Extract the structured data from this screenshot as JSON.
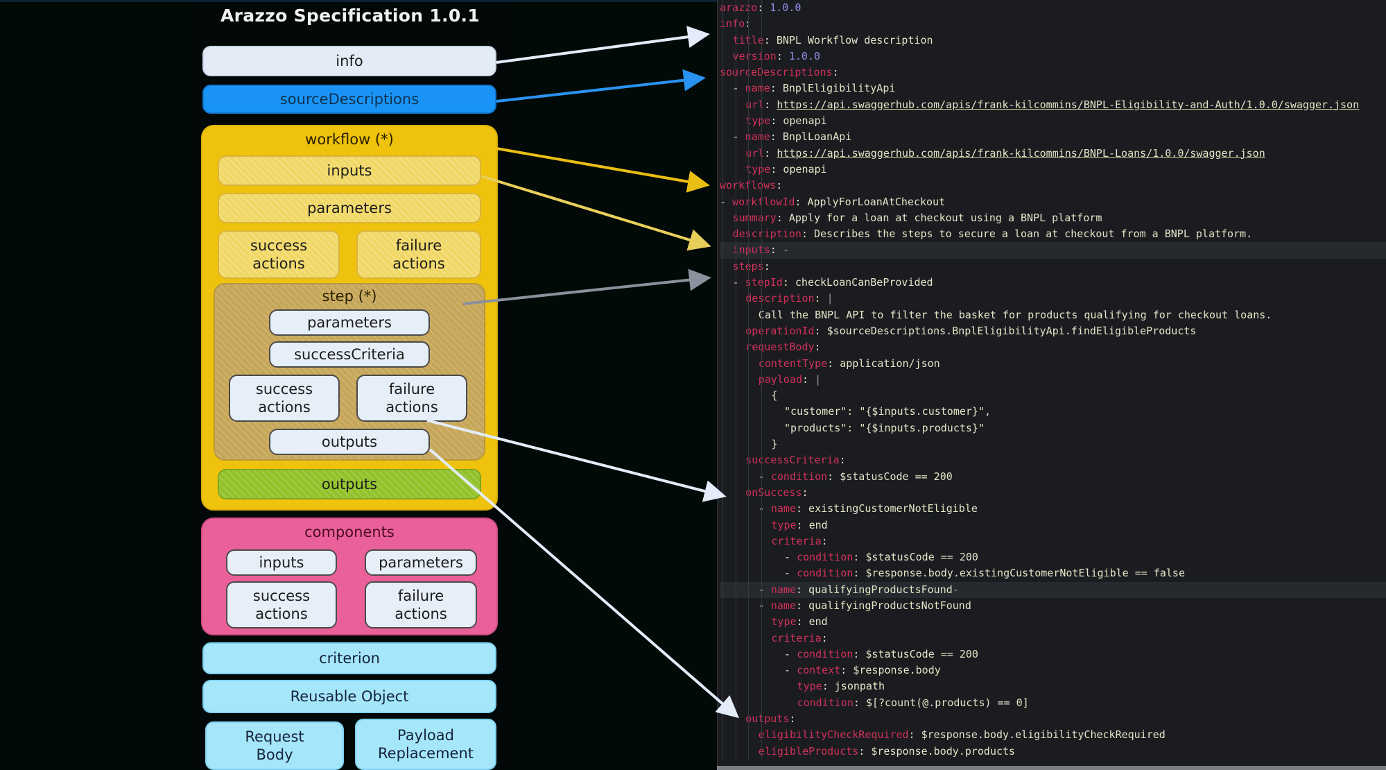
{
  "diagram": {
    "title": "Arazzo Specification 1.0.1",
    "info": "info",
    "sourceDescriptions": "sourceDescriptions",
    "workflow": {
      "title": "workflow (*)",
      "inputs": "inputs",
      "parameters": "parameters",
      "success_actions": "success actions",
      "failure_actions": "failure actions",
      "step": {
        "title": "step (*)",
        "parameters": "parameters",
        "successCriteria": "successCriteria",
        "success_actions": "success actions",
        "failure_actions": "failure actions",
        "outputs": "outputs"
      },
      "outputs": "outputs"
    },
    "components": {
      "title": "components",
      "inputs": "inputs",
      "parameters": "parameters",
      "success_actions": "success actions",
      "failure_actions": "failure actions"
    },
    "criterion": "criterion",
    "reusable_object": "Reusable Object",
    "request_body": "Request Body",
    "payload_replacement": "Payload Replacement"
  },
  "colors": {
    "info": "#e3ecf6",
    "sourceDescriptions": "#1994f6",
    "workflow": "#eec20d",
    "step": "#c6a658",
    "outputs": "#92c22a",
    "components": "#e9609a",
    "criterion": "#a5e6fb",
    "yaml_key": "#d3315a",
    "yaml_number": "#8f8fe8"
  },
  "code": {
    "lines": [
      {
        "indent": 0,
        "key": "arazzo",
        "value": "1.0.0",
        "vtype": "number"
      },
      {
        "indent": 0,
        "key": "info",
        "value": ""
      },
      {
        "indent": 1,
        "key": "title",
        "value": "BNPL Workflow description"
      },
      {
        "indent": 1,
        "key": "version",
        "value": "1.0.0",
        "vtype": "number"
      },
      {
        "indent": 0,
        "key": "sourceDescriptions",
        "value": ""
      },
      {
        "indent": 1,
        "dash": true,
        "key": "name",
        "value": "BnplEligibilityApi"
      },
      {
        "indent": 2,
        "key": "url",
        "value": "https://api.swaggerhub.com/apis/frank-kilcommins/BNPL-Eligibility-and-Auth/1.0.0/swagger.json",
        "vtype": "url"
      },
      {
        "indent": 2,
        "key": "type",
        "value": "openapi"
      },
      {
        "indent": 1,
        "dash": true,
        "key": "name",
        "value": "BnplLoanApi"
      },
      {
        "indent": 2,
        "key": "url",
        "value": "https://api.swaggerhub.com/apis/frank-kilcommins/BNPL-Loans/1.0.0/swagger.json",
        "vtype": "url"
      },
      {
        "indent": 2,
        "key": "type",
        "value": "openapi"
      },
      {
        "indent": 0,
        "key": "workflows",
        "value": ""
      },
      {
        "indent": 0,
        "dash": true,
        "key": "workflowId",
        "value": "ApplyForLoanAtCheckout"
      },
      {
        "indent": 1,
        "key": "summary",
        "value": "Apply for a loan at checkout using a BNPL platform"
      },
      {
        "indent": 1,
        "key": "description",
        "value": "Describes the steps to secure a loan at checkout from a BNPL platform."
      },
      {
        "indent": 1,
        "key": "inputs",
        "value": "-",
        "vtype": "ws",
        "highlight": true
      },
      {
        "indent": 1,
        "key": "steps",
        "value": ""
      },
      {
        "indent": 1,
        "dash": true,
        "key": "stepId",
        "value": "checkLoanCanBeProvided"
      },
      {
        "indent": 2,
        "key": "description",
        "value": "|",
        "vtype": "ws"
      },
      {
        "indent": 3,
        "text": "Call the BNPL API to filter the basket for products qualifying for checkout loans."
      },
      {
        "indent": 2,
        "key": "operationId",
        "value": "$sourceDescriptions.BnplEligibilityApi.findEligibleProducts"
      },
      {
        "indent": 2,
        "key": "requestBody",
        "value": ""
      },
      {
        "indent": 3,
        "key": "contentType",
        "value": "application/json"
      },
      {
        "indent": 3,
        "key": "payload",
        "value": "|",
        "vtype": "ws"
      },
      {
        "indent": 4,
        "text": "{"
      },
      {
        "indent": 5,
        "text": "\"customer\": \"{$inputs.customer}\","
      },
      {
        "indent": 5,
        "text": "\"products\": \"{$inputs.products}\""
      },
      {
        "indent": 4,
        "text": "}"
      },
      {
        "indent": 2,
        "key": "successCriteria",
        "value": ""
      },
      {
        "indent": 3,
        "dash": true,
        "key": "condition",
        "value": "$statusCode == 200"
      },
      {
        "indent": 2,
        "key": "onSuccess",
        "value": ""
      },
      {
        "indent": 3,
        "dash": true,
        "key": "name",
        "value": "existingCustomerNotEligible"
      },
      {
        "indent": 4,
        "key": "type",
        "value": "end"
      },
      {
        "indent": 4,
        "key": "criteria",
        "value": ""
      },
      {
        "indent": 5,
        "dash": true,
        "key": "condition",
        "value": "$statusCode == 200"
      },
      {
        "indent": 5,
        "dash": true,
        "key": "condition",
        "value": "$response.body.existingCustomerNotEligible == false"
      },
      {
        "indent": 3,
        "dash": true,
        "key": "name",
        "value": "qualifyingProductsFound",
        "suffix": "-",
        "highlight": true
      },
      {
        "indent": 3,
        "dash": true,
        "key": "name",
        "value": "qualifyingProductsNotFound"
      },
      {
        "indent": 4,
        "key": "type",
        "value": "end"
      },
      {
        "indent": 4,
        "key": "criteria",
        "value": ""
      },
      {
        "indent": 5,
        "dash": true,
        "key": "condition",
        "value": "$statusCode == 200"
      },
      {
        "indent": 5,
        "dash": true,
        "key": "context",
        "value": "$response.body"
      },
      {
        "indent": 6,
        "key": "type",
        "value": "jsonpath"
      },
      {
        "indent": 6,
        "key": "condition",
        "value": "$[?count(@.products) == 0]"
      },
      {
        "indent": 2,
        "key": "outputs",
        "value": ""
      },
      {
        "indent": 3,
        "key": "eligibilityCheckRequired",
        "value": "$response.body.eligibilityCheckRequired"
      },
      {
        "indent": 3,
        "key": "eligibleProducts",
        "value": "$response.body.products"
      }
    ]
  }
}
